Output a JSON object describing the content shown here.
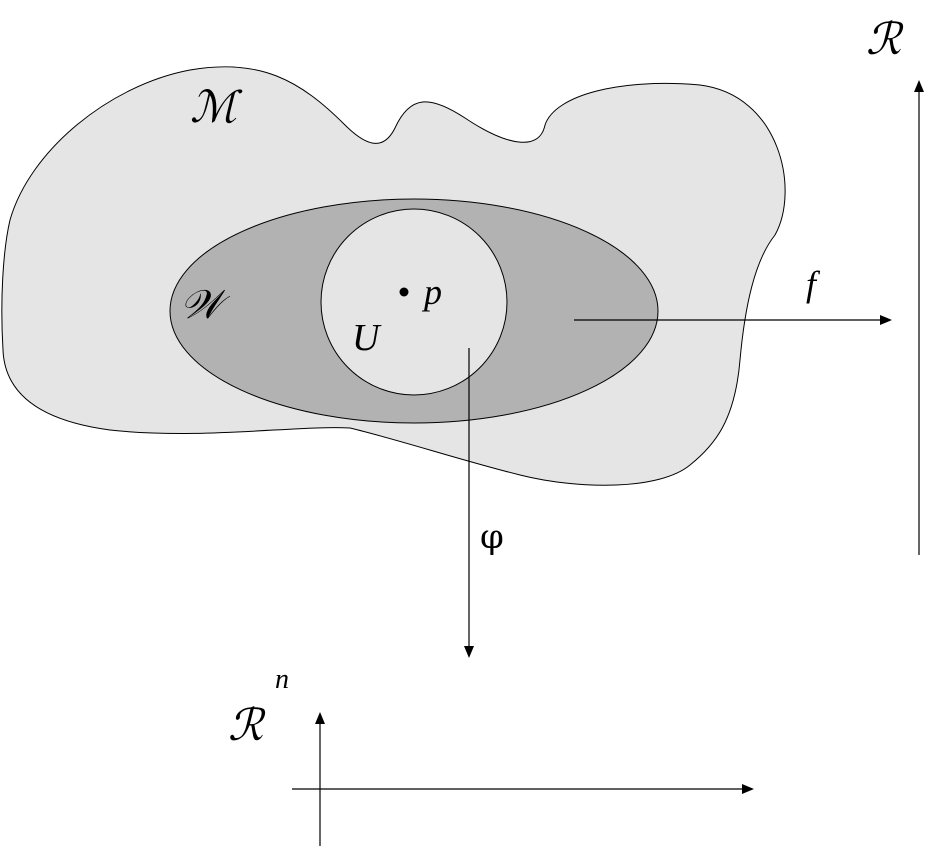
{
  "diagram": {
    "labels": {
      "manifold": "ℳ",
      "neighborhood": "𝒲",
      "chart_domain": "U",
      "point": "p",
      "map_f": "f",
      "map_phi": "φ",
      "reals": "ℛ",
      "reals_n_base": "ℛ",
      "reals_n_exponent": "n"
    },
    "colors": {
      "manifold_fill": "#e5e5e5",
      "neighborhood_fill": "#b2b2b2",
      "chart_domain_fill": "#e5e5e5",
      "stroke": "#000000",
      "background": "#ffffff"
    }
  }
}
